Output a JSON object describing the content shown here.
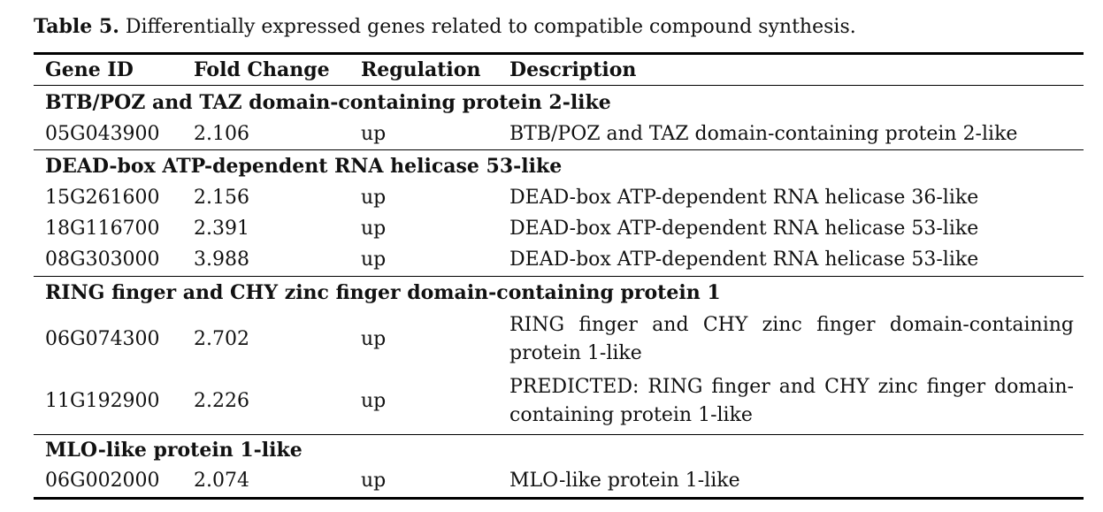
{
  "caption": {
    "label": "Table 5.",
    "text": " Differentially expressed genes related to compatible compound synthesis."
  },
  "columns": [
    "Gene ID",
    "Fold Change",
    "Regulation",
    "Description"
  ],
  "groups": [
    {
      "title": "BTB/POZ and TAZ domain-containing protein 2-like",
      "rows": [
        {
          "id": "05G043900",
          "fold": "2.106",
          "reg": "up",
          "desc": "BTB/POZ and TAZ domain-containing protein 2-like"
        }
      ]
    },
    {
      "title": "DEAD-box ATP-dependent RNA helicase 53-like",
      "rows": [
        {
          "id": "15G261600",
          "fold": "2.156",
          "reg": "up",
          "desc": "DEAD-box ATP-dependent RNA helicase 36-like"
        },
        {
          "id": "18G116700",
          "fold": "2.391",
          "reg": "up",
          "desc": "DEAD-box ATP-dependent RNA helicase 53-like"
        },
        {
          "id": "08G303000",
          "fold": "3.988",
          "reg": "up",
          "desc": "DEAD-box ATP-dependent RNA helicase 53-like"
        }
      ]
    },
    {
      "title": "RING finger and CHY zinc finger domain-containing protein 1",
      "rows": [
        {
          "id": "06G074300",
          "fold": "2.702",
          "reg": "up",
          "desc": "RING finger and CHY zinc finger domain-containing protein 1-like"
        },
        {
          "id": "11G192900",
          "fold": "2.226",
          "reg": "up",
          "desc": "PREDICTED: RING finger and CHY zinc finger domain-containing protein 1-like"
        }
      ]
    },
    {
      "title": "MLO-like protein 1-like",
      "rows": [
        {
          "id": "06G002000",
          "fold": "2.074",
          "reg": "up",
          "desc": "MLO-like protein 1-like"
        }
      ]
    }
  ]
}
